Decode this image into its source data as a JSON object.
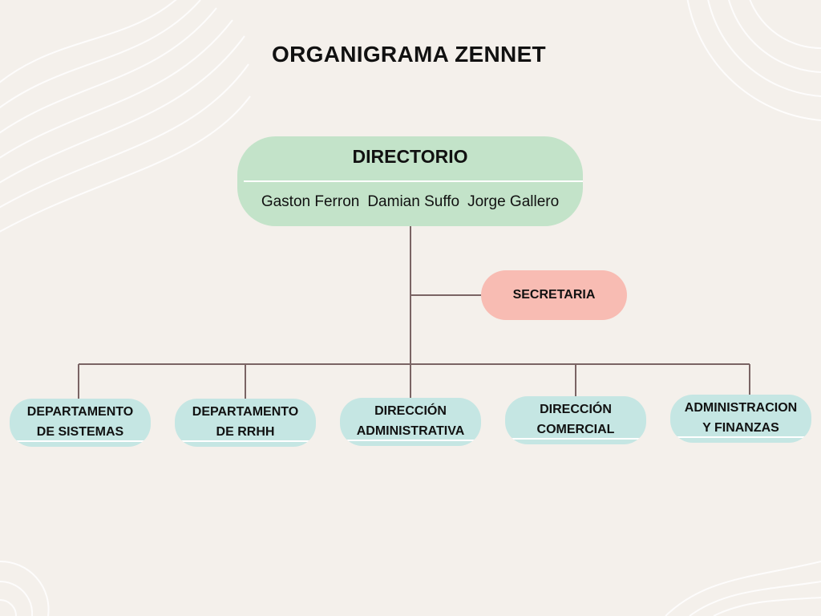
{
  "title": "ORGANIGRAMA ZENNET",
  "directorio": {
    "title": "DIRECTORIO",
    "members": [
      "Gaston Ferron",
      "Damian Suffo",
      "Jorge Gallero"
    ]
  },
  "secretaria": {
    "label": "SECRETARIA"
  },
  "departments": [
    {
      "label": "DEPARTAMENTO\nDE SISTEMAS"
    },
    {
      "label": "DEPARTAMENTO\nDE RRHH"
    },
    {
      "label": "DIRECCIÓN\nADMINISTRATIVA"
    },
    {
      "label": "DIRECCIÓN\nCOMERCIAL"
    },
    {
      "label": "ADMINISTRACION\nY FINANZAS"
    }
  ],
  "colors": {
    "background": "#f4f0eb",
    "directorio": "#c3e3c9",
    "secretaria": "#f8bcb3",
    "departments": "#c5e6e3",
    "connectors": "#7a6464"
  }
}
